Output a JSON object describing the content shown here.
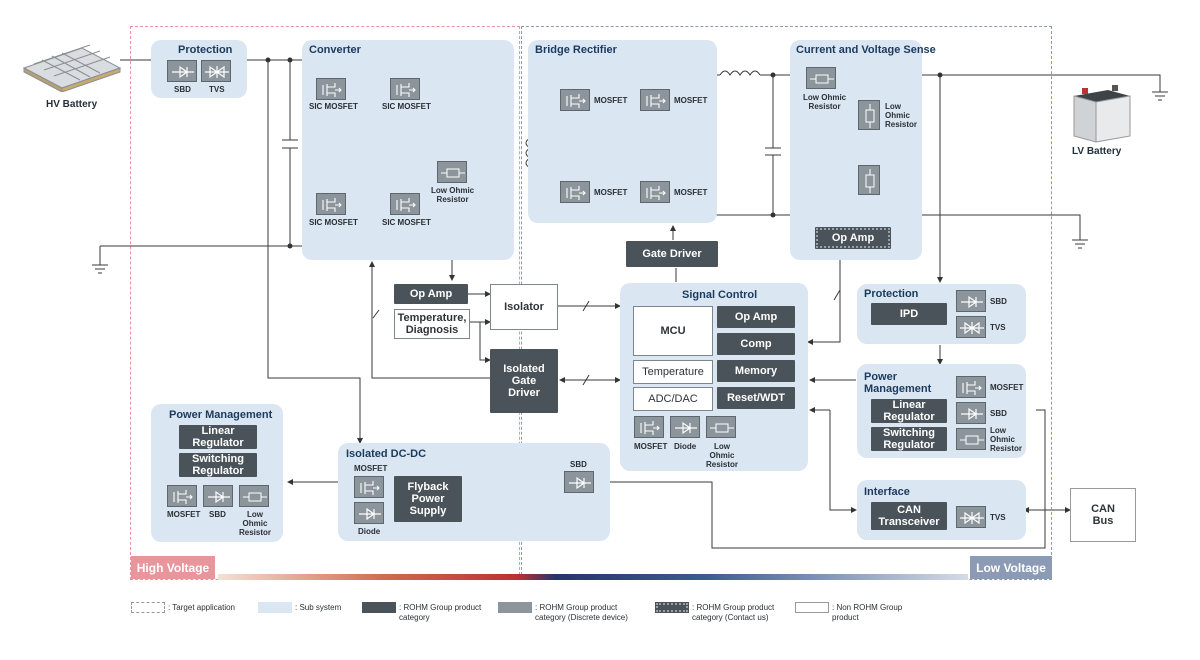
{
  "components": {
    "hv_battery": "HV Battery",
    "lv_battery": "LV Battery",
    "can_bus": "CAN\nBus"
  },
  "zones": {
    "high_voltage": "High Voltage",
    "low_voltage": "Low Voltage"
  },
  "protection_hv": {
    "title": "Protection",
    "sbd": "SBD",
    "tvs": "TVS"
  },
  "converter": {
    "title": "Converter",
    "sic1": "SIC MOSFET",
    "sic2": "SIC MOSFET",
    "sic3": "SIC MOSFET",
    "sic4": "SIC MOSFET",
    "resistor": "Low Ohmic\nResistor"
  },
  "bridge_rectifier": {
    "title": "Bridge Rectifier",
    "m1": "MOSFET",
    "m2": "MOSFET",
    "m3": "MOSFET",
    "m4": "MOSFET"
  },
  "sense": {
    "title": "Current and Voltage Sense",
    "res1": "Low Ohmic\nResistor",
    "res2": "Low\nOhmic\nResistor",
    "op_amp": "Op Amp"
  },
  "gate_driver": "Gate Driver",
  "mid": {
    "op_amp": "Op Amp",
    "temperature_diagnosis": "Temperature,\nDiagnosis",
    "isolator": "Isolator",
    "isolated_gate_driver": "Isolated\nGate\nDriver"
  },
  "signal_control": {
    "title": "Signal Control",
    "mcu": "MCU",
    "temperature": "Temperature",
    "adc_dac": "ADC/DAC",
    "op_amp": "Op Amp",
    "comp": "Comp",
    "memory": "Memory",
    "reset_wdt": "Reset/WDT",
    "mosfet": "MOSFET",
    "diode": "Diode",
    "resistor": "Low\nOhmic\nResistor"
  },
  "protection_lv": {
    "title": "Protection",
    "ipd": "IPD",
    "sbd": "SBD",
    "tvs": "TVS"
  },
  "power_mgmt_lv": {
    "title": "Power\nManagement",
    "linear": "Linear\nRegulator",
    "switching": "Switching\nRegulator",
    "mosfet": "MOSFET",
    "sbd": "SBD",
    "resistor": "Low\nOhmic\nResistor"
  },
  "interface": {
    "title": "Interface",
    "can": "CAN\nTransceiver",
    "tvs": "TVS"
  },
  "power_mgmt_hv": {
    "title": "Power Management",
    "linear": "Linear\nRegulator",
    "switching": "Switching\nRegulator",
    "mosfet": "MOSFET",
    "sbd": "SBD",
    "resistor": "Low\nOhmic\nResistor"
  },
  "isolated_dcdc": {
    "title": "Isolated DC-DC",
    "mosfet": "MOSFET",
    "diode": "Diode",
    "flyback": "Flyback\nPower\nSupply",
    "sbd": "SBD"
  },
  "legend": {
    "target": ": Target application",
    "subsystem": ": Sub system",
    "rohm_product": ": ROHM Group product\ncategory",
    "rohm_discrete": ": ROHM Group product\ncategory (Discrete device)",
    "rohm_contact": ": ROHM Group product\ncategory (Contact us)",
    "non_rohm": ": Non ROHM Group\nproduct"
  },
  "colors": {
    "high_voltage": "#e8969b",
    "low_voltage": "#8c9bb5",
    "subsystem": "#dbe6f3",
    "rohm_product": "#4a5359",
    "discrete": "#8b959b"
  }
}
